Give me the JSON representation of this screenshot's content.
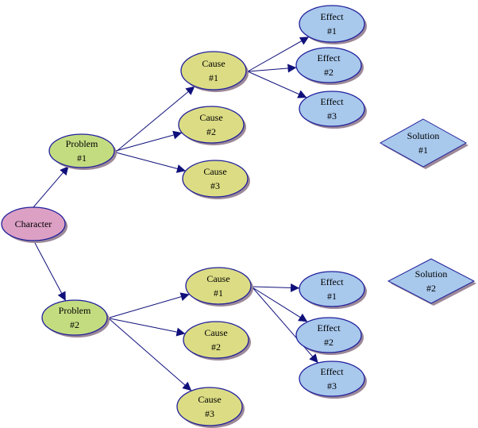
{
  "colors": {
    "character": "#dca0c4",
    "problem": "#c4dc80",
    "cause": "#dcdc84",
    "effect": "#a8c8ec",
    "solution": "#a8c8ec",
    "stroke": "#20209c",
    "edge": "#10107c",
    "shadow": "#9c8898"
  },
  "nodes": [
    {
      "id": "character",
      "type": "character",
      "lines": [
        "Character"
      ]
    },
    {
      "id": "problem1",
      "type": "problem",
      "lines": [
        "Problem",
        "#1"
      ]
    },
    {
      "id": "problem2",
      "type": "problem",
      "lines": [
        "Problem",
        "#2"
      ]
    },
    {
      "id": "p1cause1",
      "type": "cause",
      "lines": [
        "Cause",
        "#1"
      ]
    },
    {
      "id": "p1cause2",
      "type": "cause",
      "lines": [
        "Cause",
        "#2"
      ]
    },
    {
      "id": "p1cause3",
      "type": "cause",
      "lines": [
        "Cause",
        "#3"
      ]
    },
    {
      "id": "p1effect1",
      "type": "effect",
      "lines": [
        "Effect",
        "#1"
      ]
    },
    {
      "id": "p1effect2",
      "type": "effect",
      "lines": [
        "Effect",
        "#2"
      ]
    },
    {
      "id": "p1effect3",
      "type": "effect",
      "lines": [
        "Effect",
        "#3"
      ]
    },
    {
      "id": "solution1",
      "type": "solution",
      "lines": [
        "Solution",
        "#1"
      ]
    },
    {
      "id": "p2cause1",
      "type": "cause",
      "lines": [
        "Cause",
        "#1"
      ]
    },
    {
      "id": "p2cause2",
      "type": "cause",
      "lines": [
        "Cause",
        "#2"
      ]
    },
    {
      "id": "p2cause3",
      "type": "cause",
      "lines": [
        "Cause",
        "#3"
      ]
    },
    {
      "id": "p2effect1",
      "type": "effect",
      "lines": [
        "Effect",
        "#1"
      ]
    },
    {
      "id": "p2effect2",
      "type": "effect",
      "lines": [
        "Effect",
        "#2"
      ]
    },
    {
      "id": "p2effect3",
      "type": "effect",
      "lines": [
        "Effect",
        "#3"
      ]
    },
    {
      "id": "solution2",
      "type": "solution",
      "lines": [
        "Solution",
        "#2"
      ]
    }
  ],
  "edges": [
    {
      "from": "character",
      "to": "problem1"
    },
    {
      "from": "character",
      "to": "problem2"
    },
    {
      "from": "problem1",
      "to": "p1cause1"
    },
    {
      "from": "problem1",
      "to": "p1cause2"
    },
    {
      "from": "problem1",
      "to": "p1cause3"
    },
    {
      "from": "p1cause1",
      "to": "p1effect1"
    },
    {
      "from": "p1cause1",
      "to": "p1effect2"
    },
    {
      "from": "p1cause1",
      "to": "p1effect3"
    },
    {
      "from": "problem2",
      "to": "p2cause1"
    },
    {
      "from": "problem2",
      "to": "p2cause2"
    },
    {
      "from": "problem2",
      "to": "p2cause3"
    },
    {
      "from": "p2cause1",
      "to": "p2effect1"
    },
    {
      "from": "p2cause1",
      "to": "p2effect2"
    },
    {
      "from": "p2cause1",
      "to": "p2effect3"
    }
  ]
}
